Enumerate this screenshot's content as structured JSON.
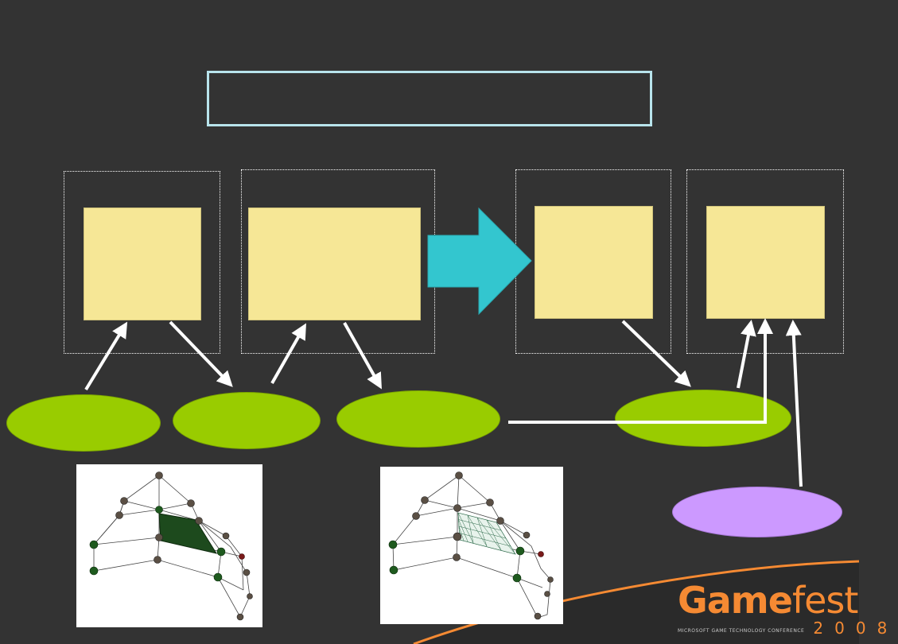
{
  "title": "",
  "stages": [
    {
      "id": "stage-1",
      "box_label": ""
    },
    {
      "id": "stage-2",
      "box_label": ""
    },
    {
      "id": "stage-3",
      "box_label": ""
    },
    {
      "id": "stage-4",
      "box_label": ""
    }
  ],
  "ovals": [
    {
      "id": "oval-1",
      "label": "",
      "color": "#99cc00"
    },
    {
      "id": "oval-2",
      "label": "",
      "color": "#99cc00"
    },
    {
      "id": "oval-3",
      "label": "",
      "color": "#99cc00"
    },
    {
      "id": "oval-4",
      "label": "",
      "color": "#99cc00"
    },
    {
      "id": "oval-5",
      "label": "",
      "color": "#cc99ff"
    }
  ],
  "colors": {
    "background": "#333333",
    "stage_box": "#f6e796",
    "big_arrow": "#33c6cf",
    "title_border": "#b8e4ec",
    "brand_orange": "#f58a33"
  },
  "branding": {
    "name_bold": "Game",
    "name_light": "fest",
    "subtitle": "MICROSOFT GAME TECHNOLOGY CONFERENCE",
    "year": "2008"
  }
}
